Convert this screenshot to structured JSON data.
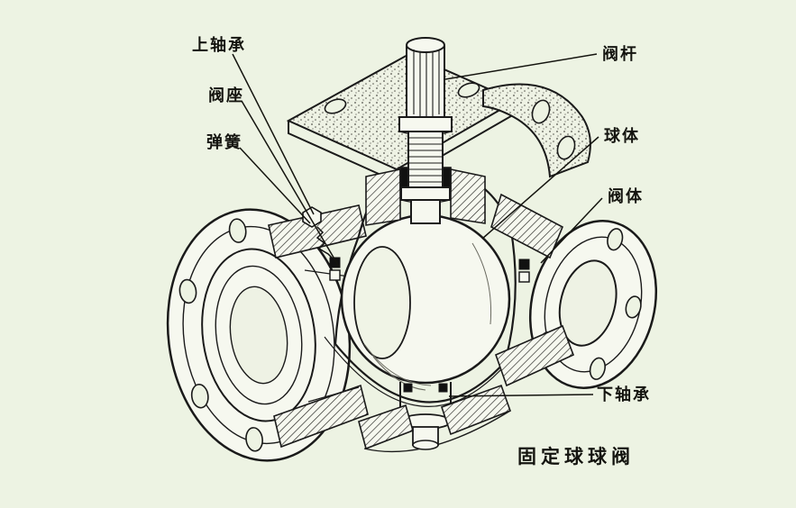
{
  "page": {
    "background": "#edf3e3"
  },
  "diagram": {
    "title": "固定球球阀",
    "colors": {
      "line": "#1a1a1a",
      "face": "#f6f8ef",
      "background": "#edf3e3"
    },
    "labels": [
      {
        "id": "upper-bearing",
        "text": "上轴承"
      },
      {
        "id": "valve-seat",
        "text": "阀座"
      },
      {
        "id": "spring",
        "text": "弹簧"
      },
      {
        "id": "valve-stem",
        "text": "阀杆"
      },
      {
        "id": "ball",
        "text": "球体"
      },
      {
        "id": "valve-body",
        "text": "阀体"
      },
      {
        "id": "lower-bearing",
        "text": "下轴承"
      }
    ]
  }
}
